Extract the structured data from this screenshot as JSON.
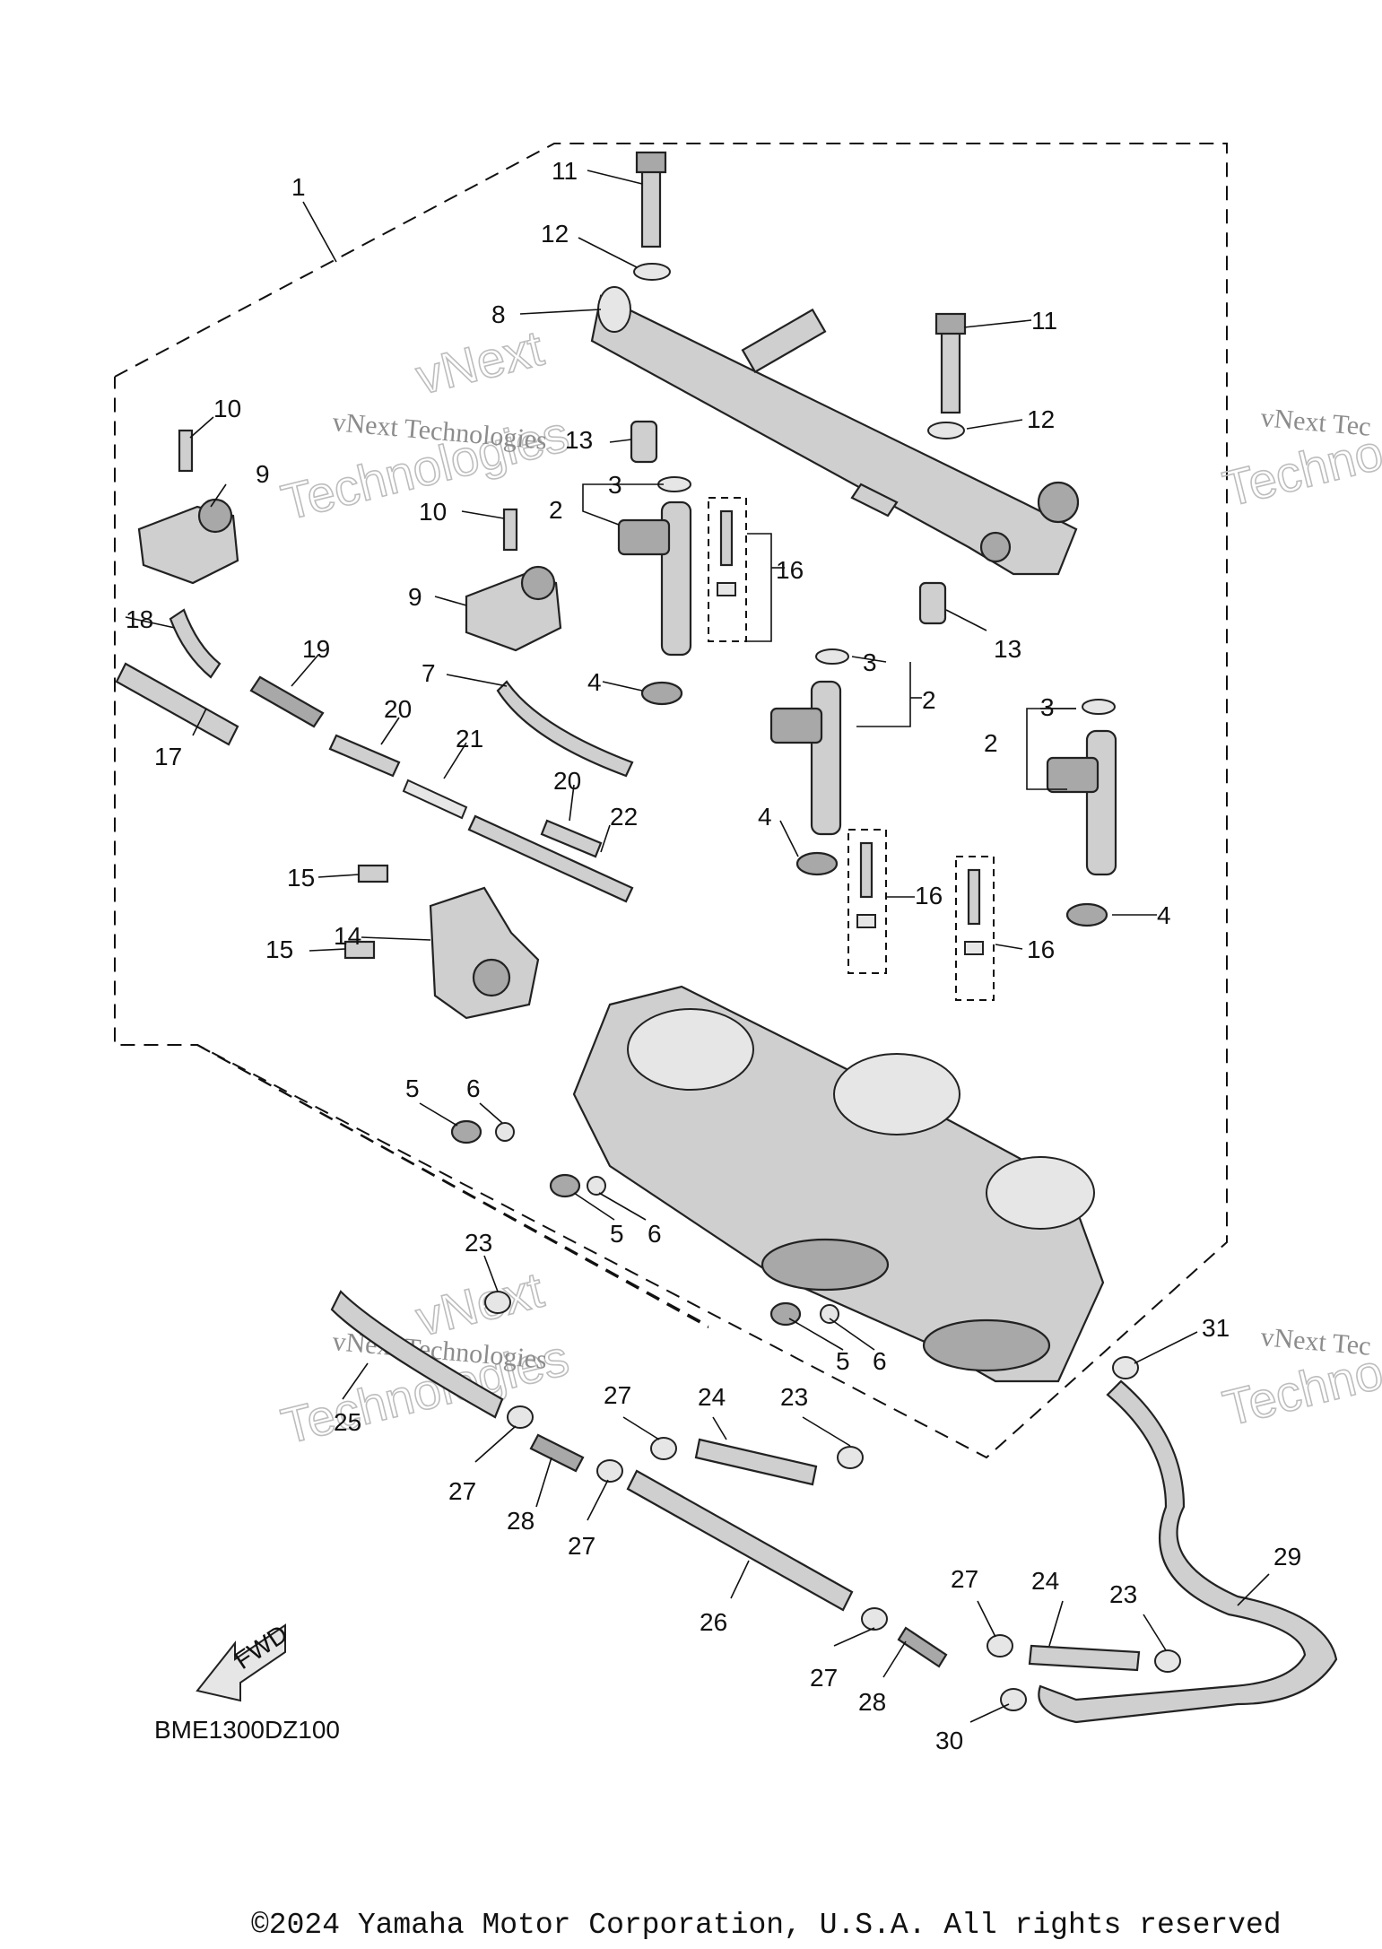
{
  "diagram_code": "BME1300DZ100",
  "direction_label": "FWD",
  "copyright": "©2024 Yamaha Motor Corporation, U.S.A. All rights reserved",
  "watermark": {
    "line1": "vNext Technologies",
    "word_top": "vNext",
    "word_bottom": "Technologies",
    "edge_fragment": "vNext Tec",
    "edge_word": "Techno"
  },
  "callouts": {
    "c1": "1",
    "c2a": "2",
    "c2b": "2",
    "c2c": "2",
    "c3a": "3",
    "c3b": "3",
    "c3c": "3",
    "c4a": "4",
    "c4b": "4",
    "c4c": "4",
    "c5a": "5",
    "c5b": "5",
    "c5c": "5",
    "c6a": "6",
    "c6b": "6",
    "c6c": "6",
    "c7": "7",
    "c8": "8",
    "c9a": "9",
    "c9b": "9",
    "c10a": "10",
    "c10b": "10",
    "c11a": "11",
    "c11b": "11",
    "c12a": "12",
    "c12b": "12",
    "c13a": "13",
    "c13b": "13",
    "c14": "14",
    "c15a": "15",
    "c15b": "15",
    "c16a": "16",
    "c16b": "16",
    "c16c": "16",
    "c17": "17",
    "c18": "18",
    "c19": "19",
    "c20a": "20",
    "c20b": "20",
    "c21": "21",
    "c22": "22",
    "c23a": "23",
    "c23b": "23",
    "c23c": "23",
    "c24a": "24",
    "c24b": "24",
    "c25": "25",
    "c26": "26",
    "c27a": "27",
    "c27b": "27",
    "c27c": "27",
    "c27d": "27",
    "c27e": "27",
    "c28a": "28",
    "c28b": "28",
    "c29": "29",
    "c30": "30",
    "c31": "31"
  }
}
